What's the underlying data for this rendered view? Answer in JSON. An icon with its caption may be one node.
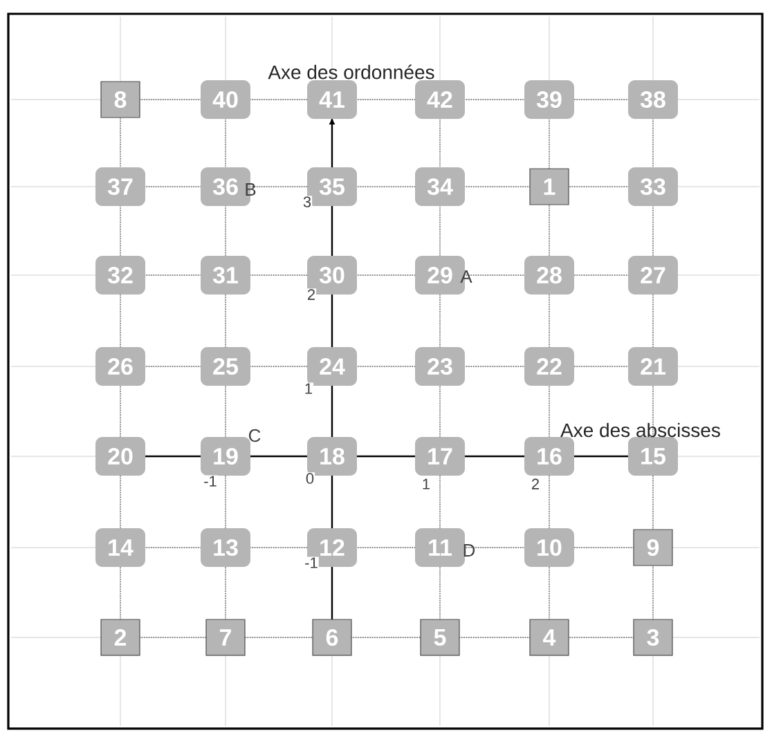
{
  "diagram": {
    "labels": [
      "Axe des ordonnées",
      "8",
      "40",
      "41",
      "42",
      "39",
      "38",
      "37",
      "36",
      "B",
      "3",
      "35",
      "34",
      "1",
      "33",
      "32",
      "31",
      "2",
      "30",
      "29",
      "A",
      "28",
      "27",
      "26",
      "25",
      "1",
      "24",
      "23",
      "22",
      "21",
      "C",
      "Axe des abscisses",
      "20",
      "19",
      "18",
      "17",
      "16",
      "15",
      "-1",
      "0",
      "1",
      "2",
      "14",
      "13",
      "-1",
      "12",
      "11",
      "D",
      "10",
      "9",
      "2",
      "7",
      "6",
      "5",
      "4",
      "3"
    ]
  }
}
